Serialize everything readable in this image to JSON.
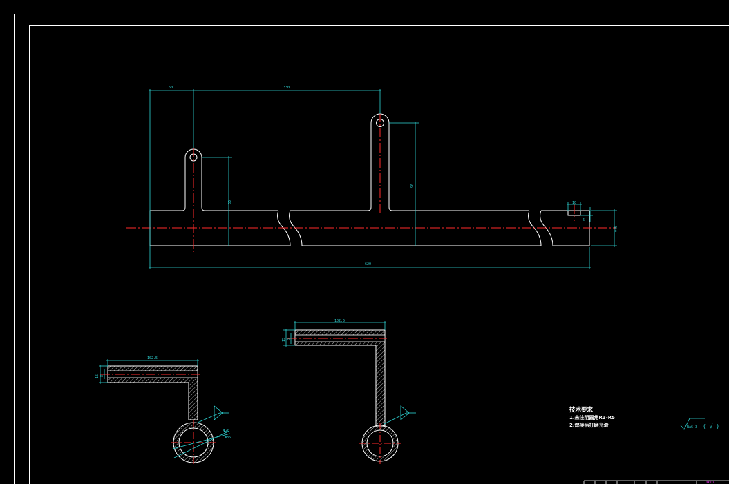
{
  "drawing": {
    "colors": {
      "background": "#000000",
      "outline": "#ffffff",
      "dimension": "#2fd6d6",
      "centerline": "#ff2a2a",
      "hatch": "#b8b8b8",
      "titleblock_text": "#ff33ff"
    },
    "front_view": {
      "dimensions": {
        "d1": "60",
        "d2": "330",
        "d3": "80",
        "d4": "90",
        "total_length": "620",
        "slot_width": "10",
        "slot_depth": "6",
        "tube_dia": "Φ46"
      }
    },
    "section_left": {
      "dimensions": {
        "top_width": "102.5",
        "thickness_outer": "15",
        "thickness_inner": "8",
        "hole_dia": "Φ20",
        "tube_dia": "Φ36"
      }
    },
    "section_right": {
      "dimensions": {
        "top_width": "102.5",
        "thickness_outer": "15",
        "thickness_inner": "8"
      }
    },
    "tech_notes": {
      "title": "技术要求",
      "line1": "1.未注明圆角R3-R5",
      "line2": "2.焊接后打磨光滑"
    },
    "roughness": {
      "symbol_value": "Ra6.3",
      "other_mark": "( √ )"
    },
    "title_block": {
      "label": "XXXXX"
    }
  }
}
